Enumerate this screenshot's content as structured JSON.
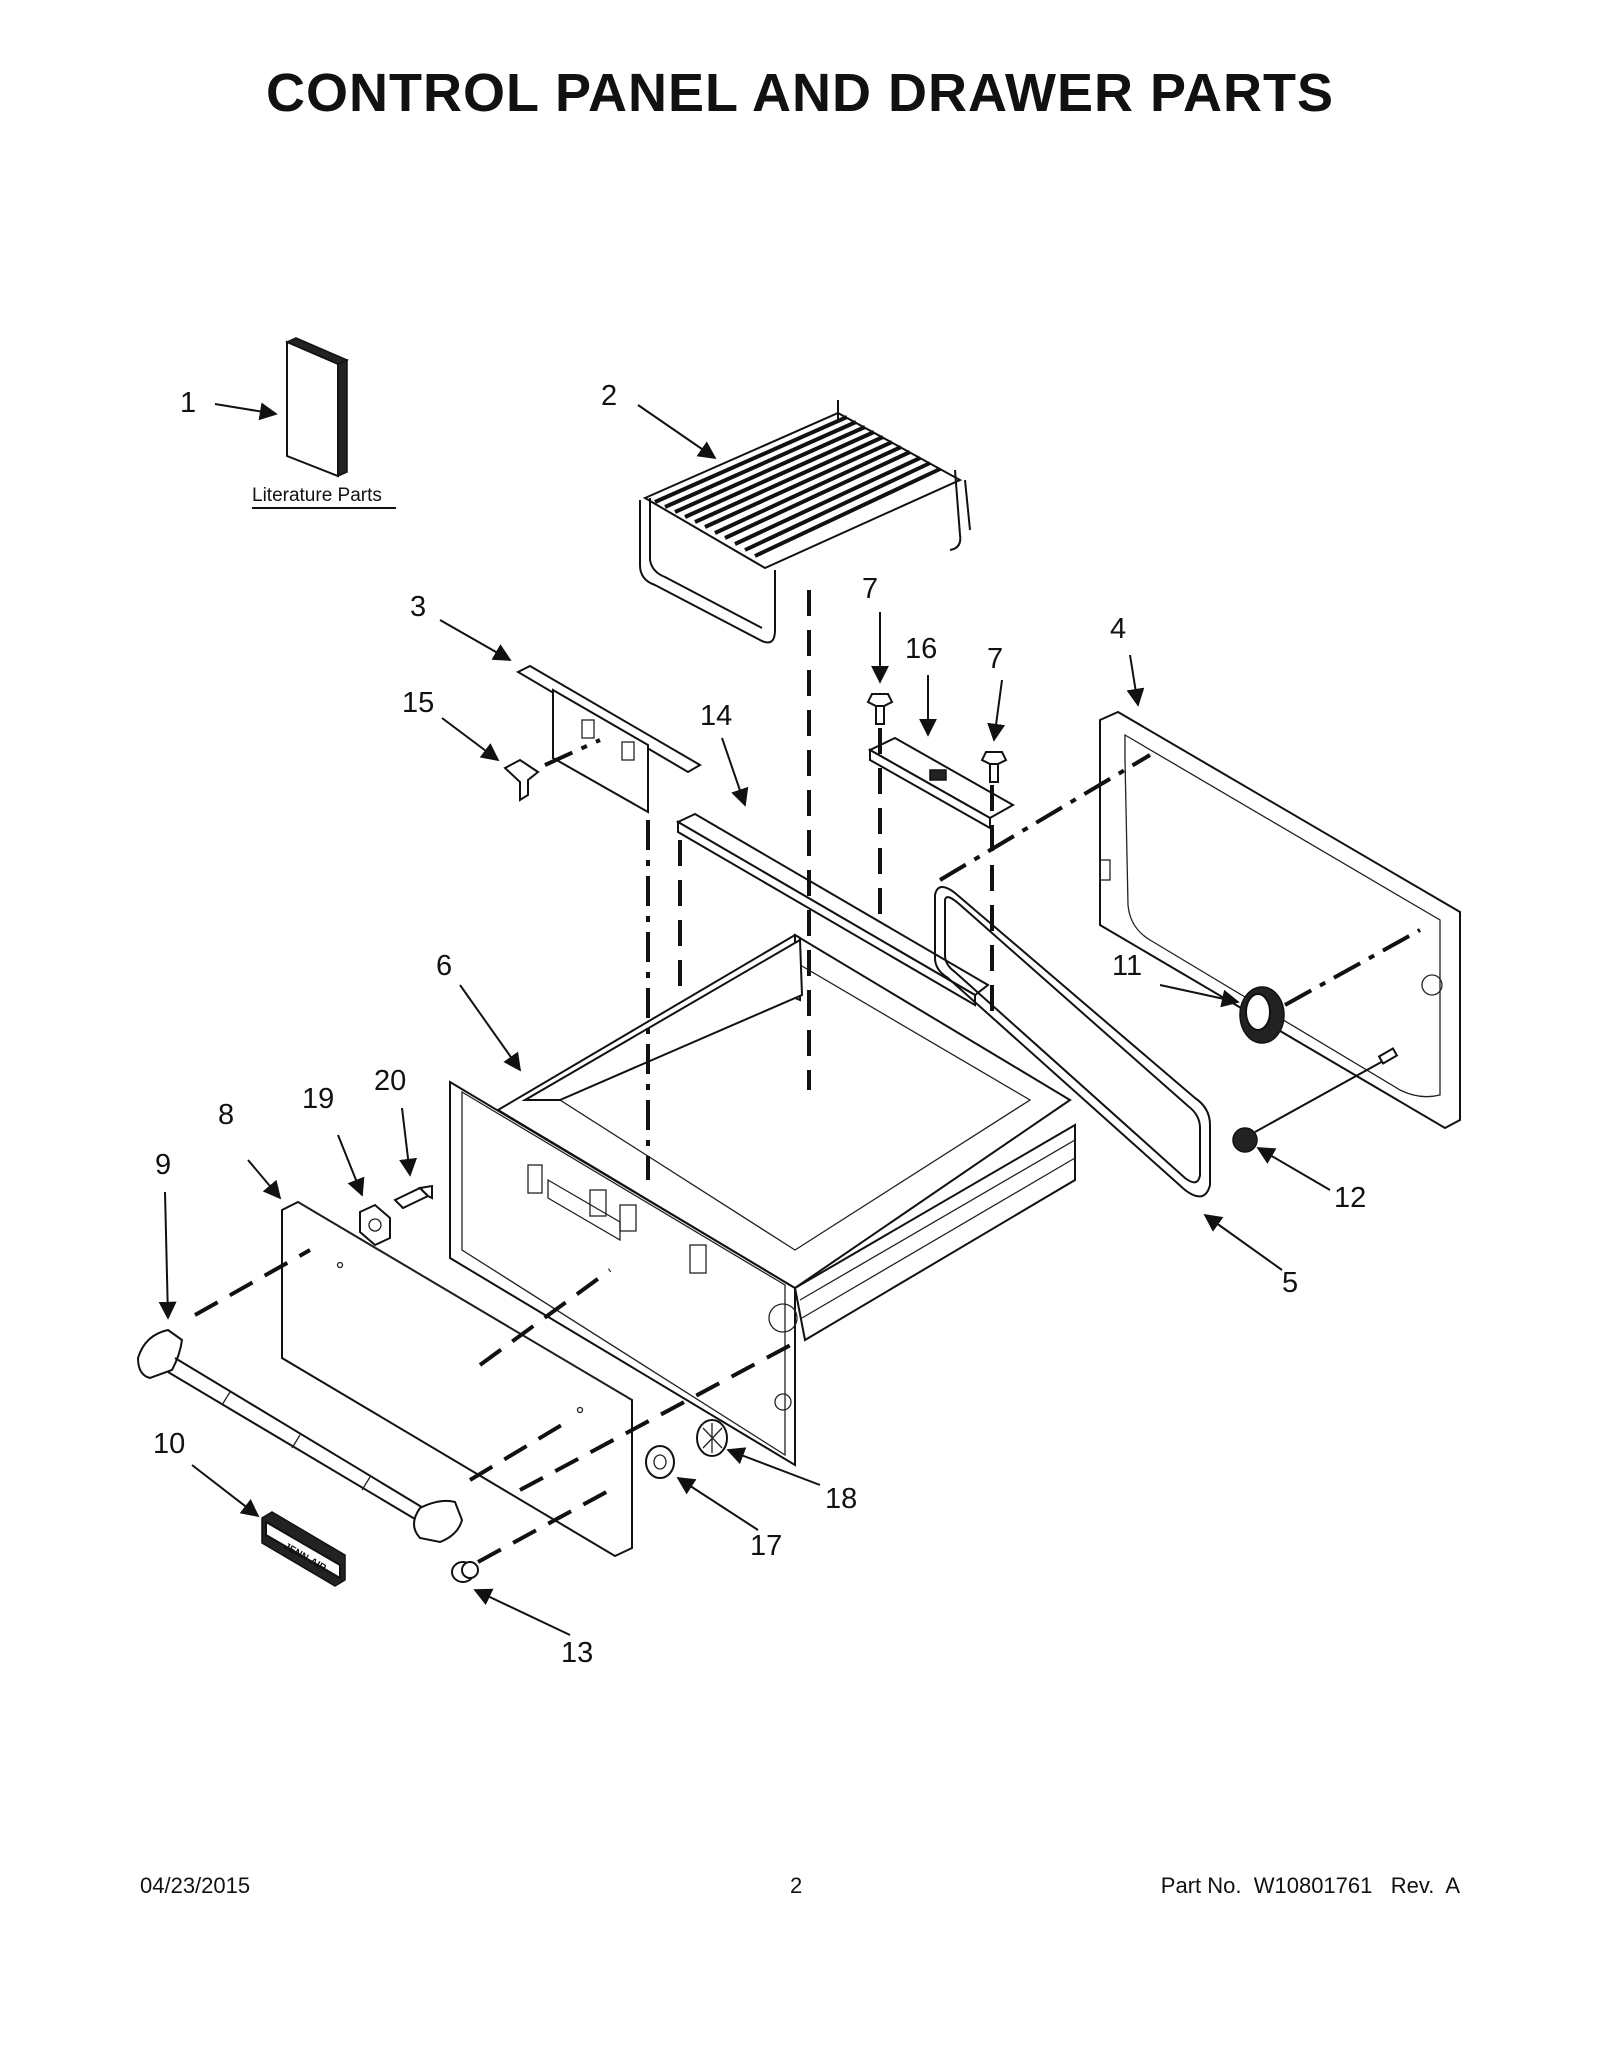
{
  "title": "CONTROL PANEL AND DRAWER PARTS",
  "literature_label": "Literature Parts",
  "handle_badge_text": "JENN-AIR",
  "callouts": {
    "c1": "1",
    "c2": "2",
    "c3": "3",
    "c4": "4",
    "c5": "5",
    "c6": "6",
    "c7a": "7",
    "c7b": "7",
    "c8": "8",
    "c9": "9",
    "c10": "10",
    "c11": "11",
    "c12": "12",
    "c13": "13",
    "c14": "14",
    "c15": "15",
    "c16": "16",
    "c17": "17",
    "c18": "18",
    "c19": "19",
    "c20": "20"
  },
  "footer": {
    "date": "04/23/2015",
    "page": "2",
    "part_no": "Part No.  W10801761   Rev.  A"
  }
}
